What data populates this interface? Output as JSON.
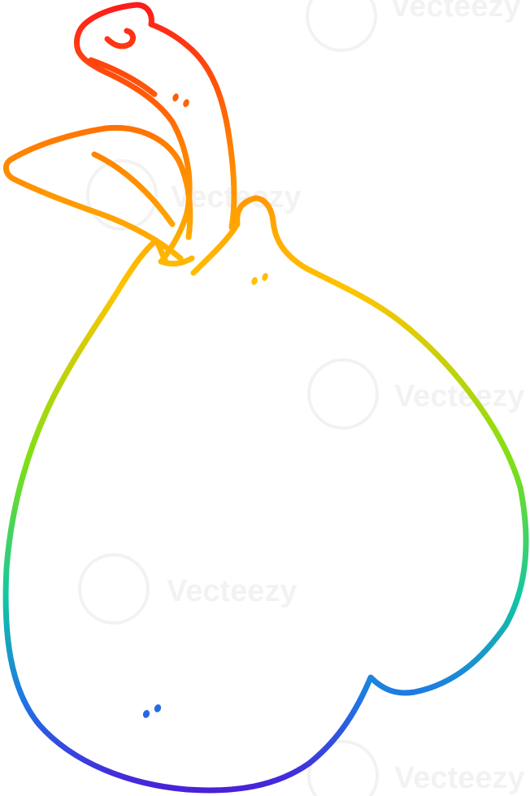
{
  "illustration": {
    "subject": "pear",
    "style": "rainbow gradient line drawing",
    "gradient_colors": [
      "#ff1a1a",
      "#ff7f00",
      "#ffc400",
      "#7fe014",
      "#12c8a0",
      "#1e78e6",
      "#4a1fd8"
    ]
  },
  "watermark": {
    "text": "Vecteezy"
  }
}
